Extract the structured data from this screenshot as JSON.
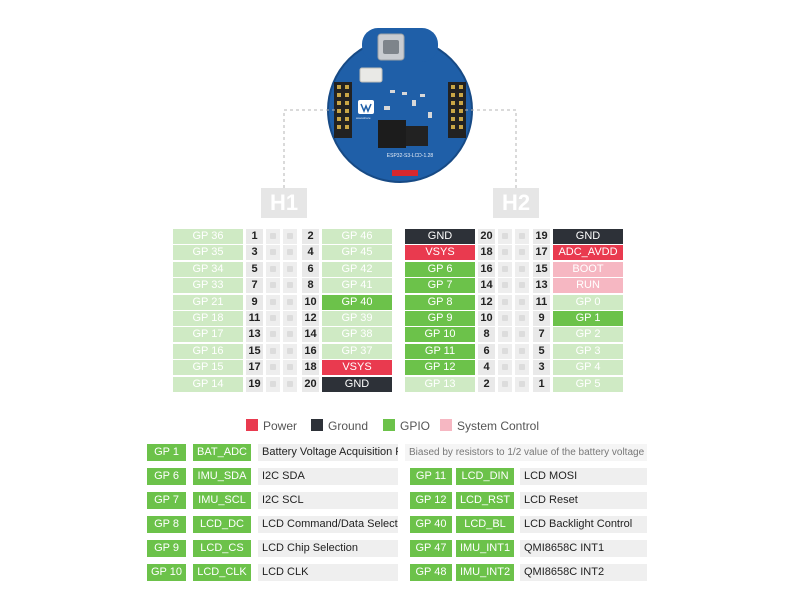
{
  "colors": {
    "gpio": "#6cc24a",
    "gpio_light": "#cfeac4",
    "power": "#e93a4f",
    "ground": "#2d3138",
    "system": "#f6b7c2",
    "board": "#1f5fa8"
  },
  "board": {
    "label": "ESP32-S3-LCD-1.28",
    "logo_text": "waveshare"
  },
  "headers": {
    "h1": "H1",
    "h2": "H2"
  },
  "h1": {
    "left": [
      {
        "num": "1",
        "label": "GP 36",
        "type": "gpio-l"
      },
      {
        "num": "3",
        "label": "GP 35",
        "type": "gpio-l"
      },
      {
        "num": "5",
        "label": "GP 34",
        "type": "gpio-l"
      },
      {
        "num": "7",
        "label": "GP 33",
        "type": "gpio-l"
      },
      {
        "num": "9",
        "label": "GP 21",
        "type": "gpio-l"
      },
      {
        "num": "11",
        "label": "GP 18",
        "type": "gpio-l"
      },
      {
        "num": "13",
        "label": "GP 17",
        "type": "gpio-l"
      },
      {
        "num": "15",
        "label": "GP 16",
        "type": "gpio-l"
      },
      {
        "num": "17",
        "label": "GP 15",
        "type": "gpio-l"
      },
      {
        "num": "19",
        "label": "GP 14",
        "type": "gpio-l"
      }
    ],
    "right": [
      {
        "num": "2",
        "label": "GP 46",
        "type": "gpio-l"
      },
      {
        "num": "4",
        "label": "GP 45",
        "type": "gpio-l"
      },
      {
        "num": "6",
        "label": "GP 42",
        "type": "gpio-l"
      },
      {
        "num": "8",
        "label": "GP 41",
        "type": "gpio-l"
      },
      {
        "num": "10",
        "label": "GP 40",
        "type": "gpio"
      },
      {
        "num": "12",
        "label": "GP 39",
        "type": "gpio-l"
      },
      {
        "num": "14",
        "label": "GP 38",
        "type": "gpio-l"
      },
      {
        "num": "16",
        "label": "GP 37",
        "type": "gpio-l"
      },
      {
        "num": "18",
        "label": "VSYS",
        "type": "power"
      },
      {
        "num": "20",
        "label": "GND",
        "type": "ground"
      }
    ]
  },
  "h2": {
    "left": [
      {
        "num": "20",
        "label": "GND",
        "type": "ground"
      },
      {
        "num": "18",
        "label": "VSYS",
        "type": "power"
      },
      {
        "num": "16",
        "label": "GP 6",
        "type": "gpio"
      },
      {
        "num": "14",
        "label": "GP 7",
        "type": "gpio"
      },
      {
        "num": "12",
        "label": "GP 8",
        "type": "gpio"
      },
      {
        "num": "10",
        "label": "GP 9",
        "type": "gpio"
      },
      {
        "num": "8",
        "label": "GP 10",
        "type": "gpio"
      },
      {
        "num": "6",
        "label": "GP 11",
        "type": "gpio"
      },
      {
        "num": "4",
        "label": "GP 12",
        "type": "gpio"
      },
      {
        "num": "2",
        "label": "GP 13",
        "type": "gpio-l"
      }
    ],
    "right": [
      {
        "num": "19",
        "label": "GND",
        "type": "ground"
      },
      {
        "num": "17",
        "label": "ADC_AVDD",
        "type": "power"
      },
      {
        "num": "15",
        "label": "BOOT",
        "type": "sys"
      },
      {
        "num": "13",
        "label": "RUN",
        "type": "sys"
      },
      {
        "num": "11",
        "label": "GP 0",
        "type": "gpio-l"
      },
      {
        "num": "9",
        "label": "GP 1",
        "type": "gpio"
      },
      {
        "num": "7",
        "label": "GP 2",
        "type": "gpio-l"
      },
      {
        "num": "5",
        "label": "GP 3",
        "type": "gpio-l"
      },
      {
        "num": "3",
        "label": "GP 4",
        "type": "gpio-l"
      },
      {
        "num": "1",
        "label": "GP 5",
        "type": "gpio-l"
      }
    ]
  },
  "legend": [
    {
      "label": "Power",
      "type": "power"
    },
    {
      "label": "Ground",
      "type": "ground"
    },
    {
      "label": "GPIO",
      "type": "gpio"
    },
    {
      "label": "System Control",
      "type": "sys"
    }
  ],
  "functions": {
    "row1": {
      "gp": "GP 1",
      "fn": "BAT_ADC",
      "desc": "Battery Voltage Acquisition Pin",
      "note": "Biased by resistors to 1/2 value of the battery voltage"
    },
    "left": [
      {
        "gp": "GP 6",
        "fn": "IMU_SDA",
        "desc": "I2C SDA"
      },
      {
        "gp": "GP 7",
        "fn": "IMU_SCL",
        "desc": "I2C SCL"
      },
      {
        "gp": "GP 8",
        "fn": "LCD_DC",
        "desc": "LCD Command/Data Selection"
      },
      {
        "gp": "GP 9",
        "fn": "LCD_CS",
        "desc": "LCD Chip Selection"
      },
      {
        "gp": "GP 10",
        "fn": "LCD_CLK",
        "desc": "LCD CLK"
      }
    ],
    "right": [
      {
        "gp": "GP 11",
        "fn": "LCD_DIN",
        "desc": "LCD MOSI"
      },
      {
        "gp": "GP 12",
        "fn": "LCD_RST",
        "desc": "LCD Reset"
      },
      {
        "gp": "GP 40",
        "fn": "LCD_BL",
        "desc": "LCD Backlight Control"
      },
      {
        "gp": "GP 47",
        "fn": "IMU_INT1",
        "desc": "QMI8658C INT1"
      },
      {
        "gp": "GP 48",
        "fn": "IMU_INT2",
        "desc": "QMI8658C INT2"
      }
    ]
  }
}
